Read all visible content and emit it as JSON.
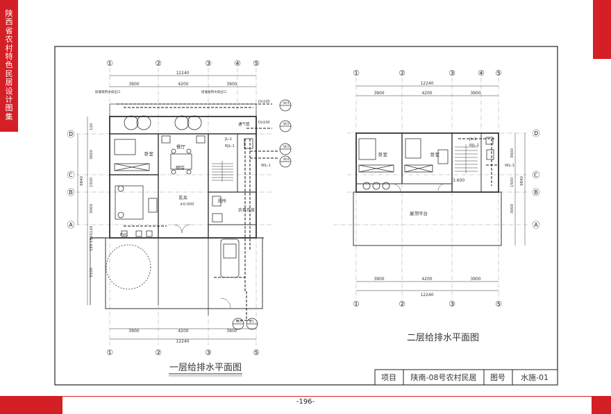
{
  "sidebar": {
    "title": "陕西省农村特色民居设计图集"
  },
  "page_number": "-196-",
  "title_block": {
    "label_project": "项目",
    "project_name": "陕南-08号农村民居",
    "label_drawing_no": "图号",
    "drawing_no": "水施-01"
  },
  "plan1": {
    "title": "一层给排水平面图",
    "axis_top": [
      "①",
      "②",
      "③",
      "④",
      "⑤"
    ],
    "axis_bottom": [
      "①",
      "②",
      "③",
      "⑤"
    ],
    "axis_left": [
      "Ⓓ",
      "Ⓒ",
      "Ⓑ",
      "Ⓐ"
    ],
    "dims_top": {
      "total": "12240",
      "segments": [
        "3900",
        "4200",
        "3900"
      ]
    },
    "dims_bottom": {
      "total": "12240",
      "segments": [
        "3900",
        "4200",
        "3900"
      ]
    },
    "dims_left": [
      "120",
      "3600",
      "1500",
      "3000",
      "120",
      "1500",
      "120",
      "5100"
    ],
    "dim_left_total": "9840",
    "rooms": {
      "bedroom": "卧室",
      "kitchen": "餐厅",
      "dining_sign": "厨房",
      "living": "玄关",
      "level": "±0.000",
      "toilet": "卫",
      "storage": "厕所",
      "small_room": "农具存放"
    },
    "notes": {
      "pipe_a": "接灌溉用水排出口",
      "pipe_b": "接灌溉用水排出口",
      "vent": "通气管",
      "dn1": "Dn100",
      "dn2": "Dn100"
    },
    "pipe_tags": [
      "JL-1",
      "RJL-1",
      "WL-1"
    ],
    "circle_marks": [
      "W/1",
      "W/2",
      "W/3",
      "W/4",
      "W/5",
      "J/1"
    ],
    "pv": "PVC"
  },
  "plan2": {
    "title": "二层给排水平面图",
    "axis_top": [
      "①",
      "②",
      "③",
      "④",
      "⑤"
    ],
    "axis_bottom": [
      "①",
      "②",
      "③",
      "⑤"
    ],
    "axis_right": [
      "Ⓓ",
      "Ⓒ",
      "Ⓑ",
      "Ⓐ"
    ],
    "dims_top": {
      "total": "12240",
      "segments": [
        "3900",
        "4200",
        "3900"
      ]
    },
    "dims_bottom": {
      "total": "12240",
      "segments": [
        "3900",
        "4200",
        "3900"
      ]
    },
    "dims_right": [
      "3600",
      "1500",
      "3000"
    ],
    "dim_right_total": "9840",
    "rooms": {
      "bedroom1": "卧室",
      "bedroom2": "卧室",
      "level": "3.600",
      "terrace": "屋顶平台"
    },
    "pipe_tags": [
      "JL-1",
      "RJL-1",
      "WL-1"
    ]
  }
}
